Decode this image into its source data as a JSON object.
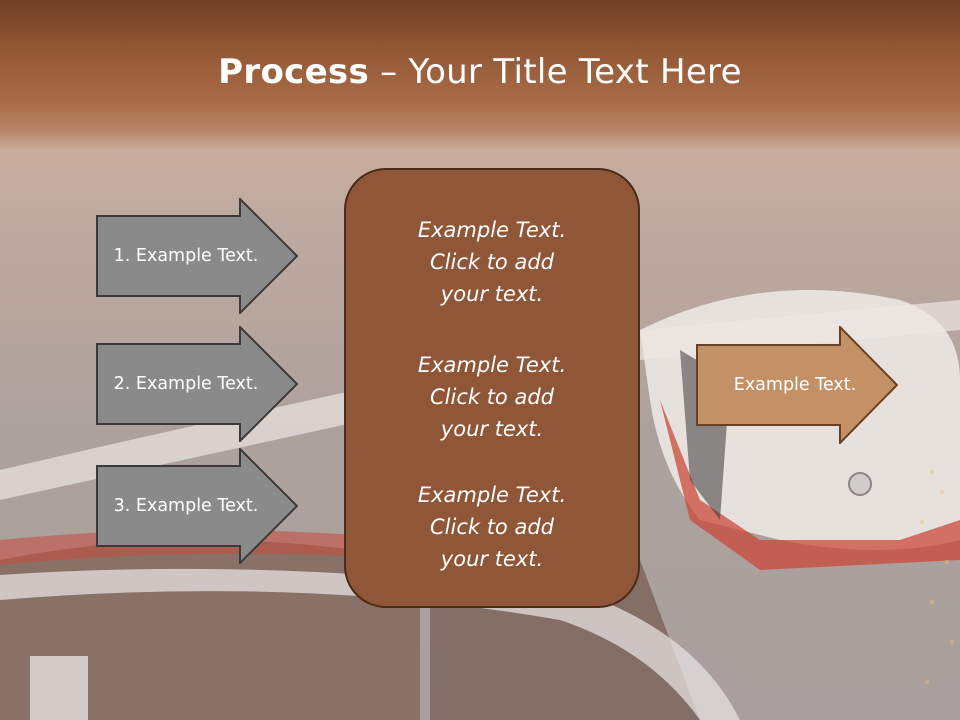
{
  "title": {
    "bold": "Process",
    "dash": " – ",
    "rest": "Your Title Text Here"
  },
  "left_arrows": [
    {
      "label": "1. Example Text."
    },
    {
      "label": "2. Example Text."
    },
    {
      "label": "3. Example Text."
    }
  ],
  "center_blocks": [
    {
      "line1": "Example Text.",
      "line2": "Click  to add",
      "line3": "your text."
    },
    {
      "line1": "Example Text.",
      "line2": "Click  to add",
      "line3": "your text."
    },
    {
      "line1": "Example Text.",
      "line2": "Click  to add",
      "line3": "your text."
    }
  ],
  "right_arrow": {
    "label": "Example Text."
  },
  "colors": {
    "arrow_gray": "#8a8a8a",
    "arrow_border": "#3a3a3a",
    "center_box": "#8f5637",
    "right_arrow": "#c49066",
    "right_arrow_border": "#6b4020"
  }
}
